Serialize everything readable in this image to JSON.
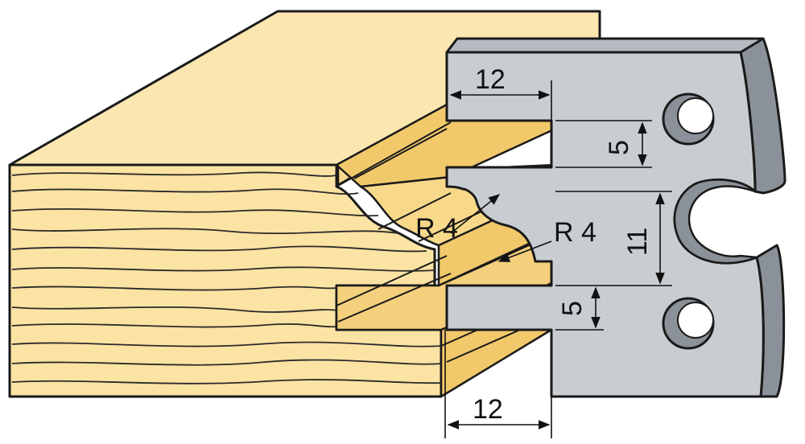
{
  "colors": {
    "wood_light": "#fbe6b0",
    "wood_mid": "#f7d98e",
    "wood_dark": "#f2c96a",
    "blade_face": "#c8cdd2",
    "blade_side": "#8a9199",
    "outline": "#1a1a1a"
  },
  "dimensions": {
    "top_width": "12",
    "bottom_width": "12",
    "upper_slot": "5",
    "lower_slot": "5",
    "middle_height": "11",
    "radius_left": "R 4",
    "radius_right": "R 4"
  }
}
